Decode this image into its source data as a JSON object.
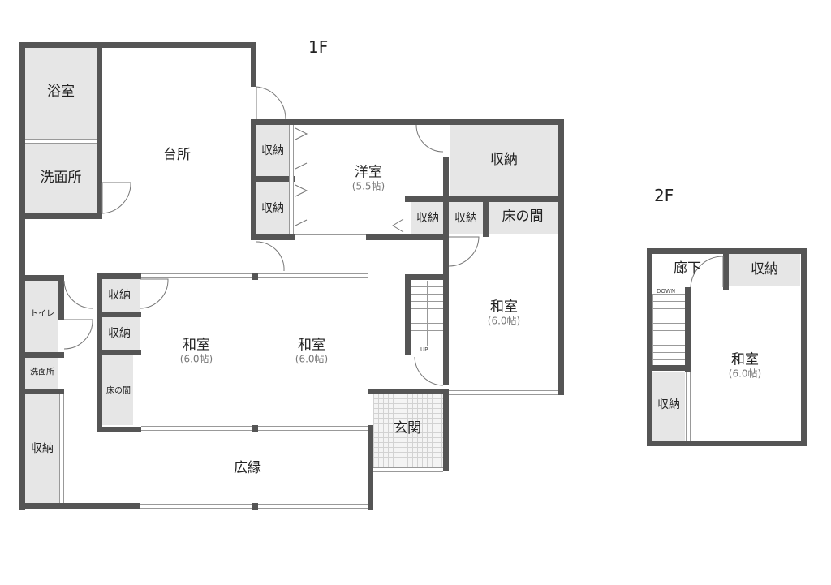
{
  "floors": [
    {
      "label": "1F",
      "rooms": {
        "bath": {
          "name": "浴室"
        },
        "washroom": {
          "name": "洗面所"
        },
        "kitchen": {
          "name": "台所"
        },
        "storage_w1": {
          "name": "収納"
        },
        "storage_w2": {
          "name": "収納"
        },
        "western_room": {
          "name": "洋室",
          "size": "(5.5帖)"
        },
        "storage_big": {
          "name": "収納"
        },
        "storage_small1": {
          "name": "収納"
        },
        "storage_small2": {
          "name": "収納"
        },
        "tokonoma_right": {
          "name": "床の間"
        },
        "japanese_right": {
          "name": "和室",
          "size": "(6.0帖)"
        },
        "toilet": {
          "name": "トイレ"
        },
        "washroom_small": {
          "name": "洗面所"
        },
        "storage_left_long": {
          "name": "収納"
        },
        "storage_mid1": {
          "name": "収納"
        },
        "storage_mid2": {
          "name": "収納"
        },
        "tokonoma_left": {
          "name": "床の間"
        },
        "japanese_left": {
          "name": "和室",
          "size": "(6.0帖)"
        },
        "japanese_center": {
          "name": "和室",
          "size": "(6.0帖)"
        },
        "entrance": {
          "name": "玄関"
        },
        "veranda": {
          "name": "広縁"
        }
      },
      "stairs_label": "UP"
    },
    {
      "label": "2F",
      "rooms": {
        "hallway": {
          "name": "廊下"
        },
        "storage_top": {
          "name": "収納"
        },
        "storage_left": {
          "name": "収納"
        },
        "japanese_room": {
          "name": "和室",
          "size": "(6.0帖)"
        }
      },
      "stairs_label": "DOWN"
    }
  ],
  "colors": {
    "wall": "#555555",
    "storage_fill": "#e6e6e6",
    "background": "#ffffff"
  }
}
